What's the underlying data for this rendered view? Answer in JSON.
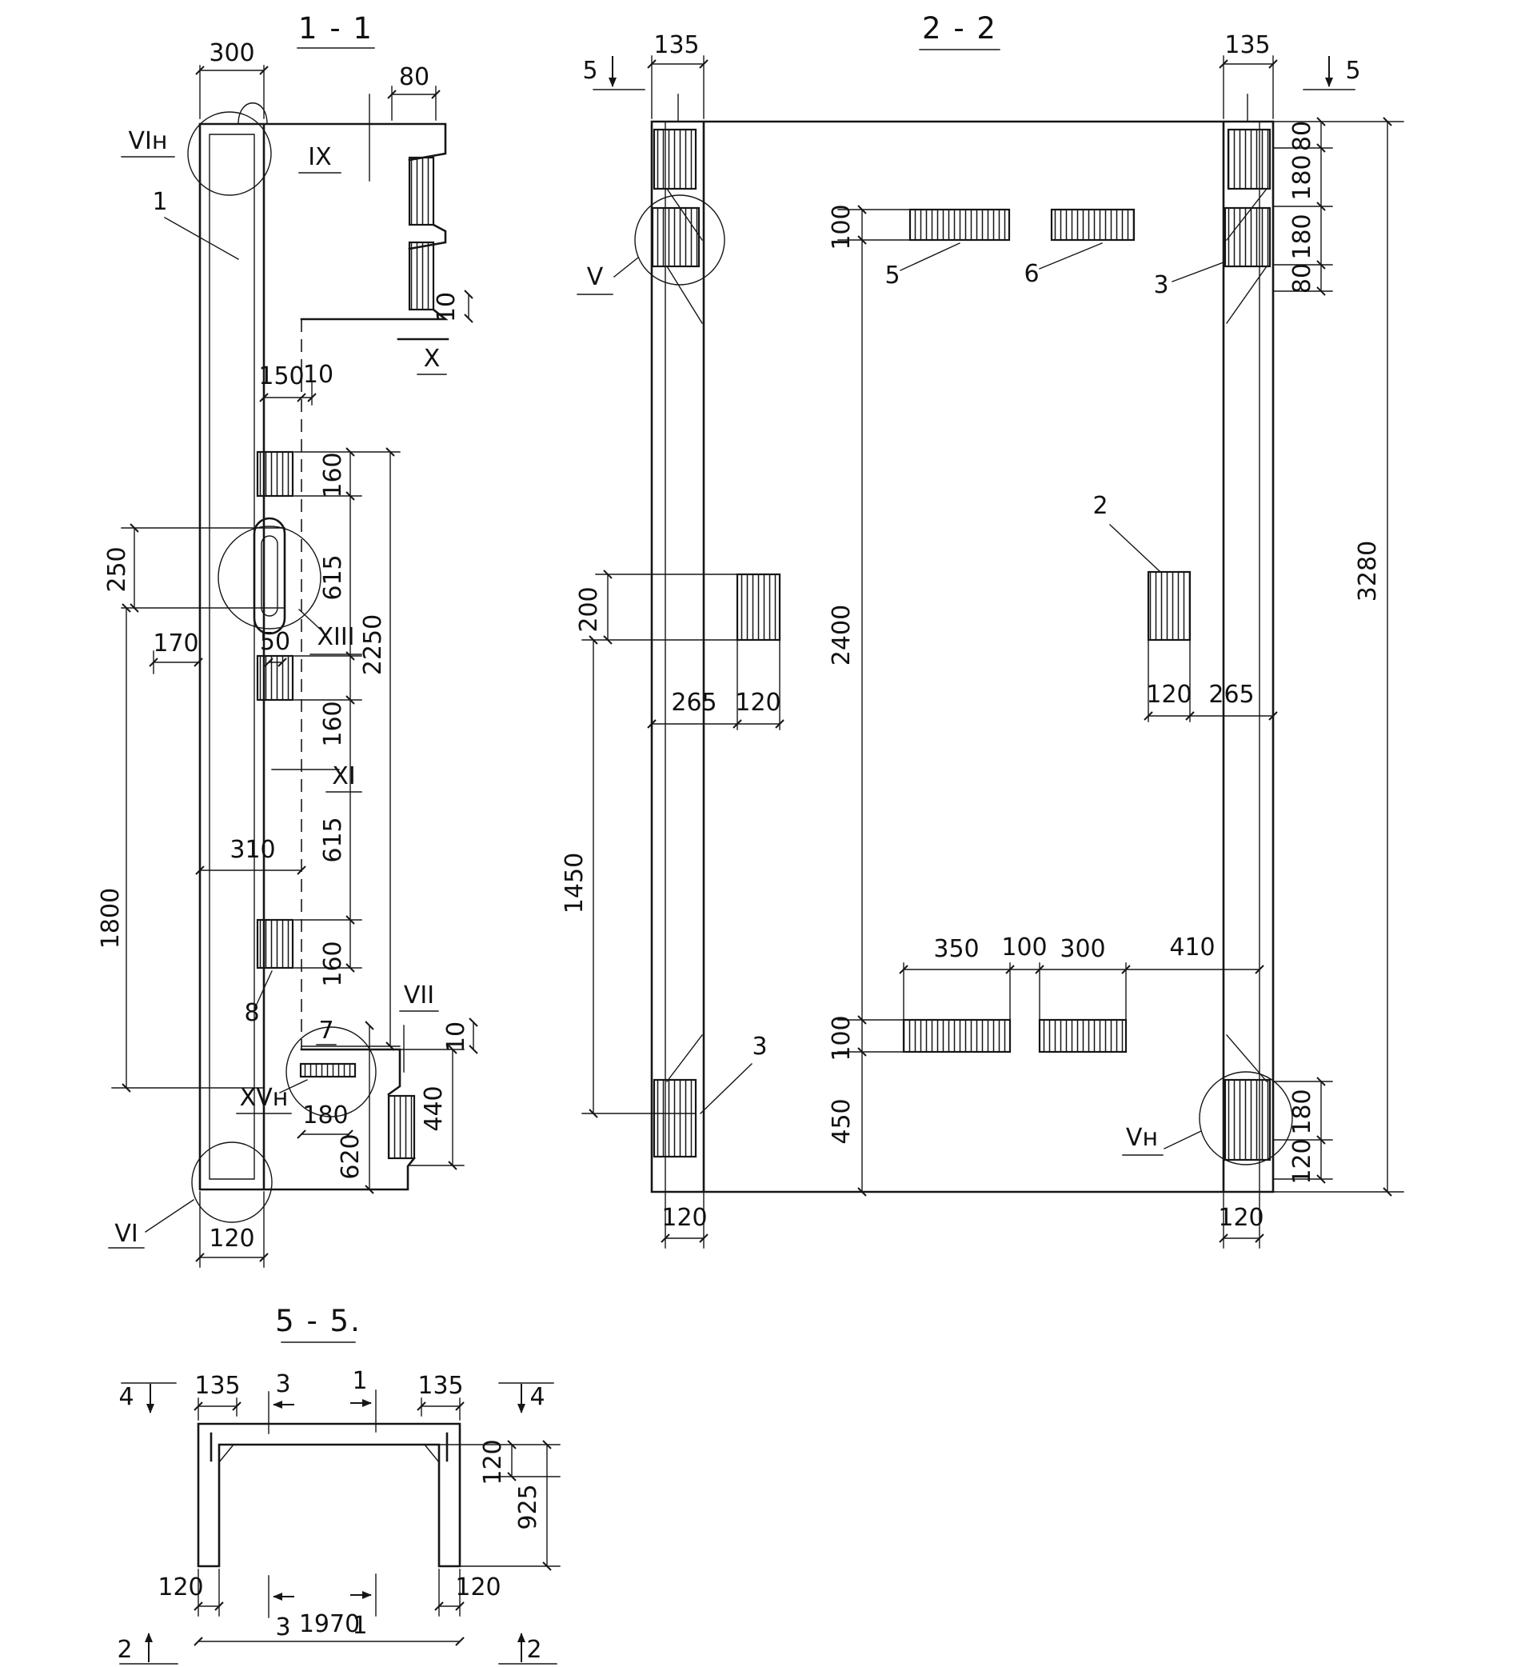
{
  "sheet": {
    "background": "#ffffff",
    "ink": "#161616"
  },
  "sections": {
    "s11": {
      "title": "1 - 1",
      "labels": {
        "vi_n": "VIн",
        "ix": "IX",
        "x": "X",
        "xiii": "XIII",
        "xi": "XI",
        "vii": "VII",
        "xv_n": "XVн",
        "vi": "VI"
      },
      "parts": {
        "p1": "1",
        "p7": "7",
        "p8": "8"
      },
      "dims": {
        "d300": "300",
        "d80": "80",
        "d10": "10",
        "d150": "150",
        "d160": "160",
        "d615": "615",
        "d2250": "2250",
        "d250": "250",
        "d170": "170",
        "d50": "50",
        "d310": "310",
        "d1800": "1800",
        "d180": "180",
        "d440": "440",
        "d620": "620",
        "d120": "120"
      }
    },
    "s22": {
      "title": "2 - 2",
      "labels": {
        "v": "V",
        "v_n": "Vн"
      },
      "parts": {
        "p2": "2",
        "p3": "3",
        "p5": "5",
        "p6": "6"
      },
      "marks": {
        "m5": "5"
      },
      "dims": {
        "d135": "135",
        "d100": "100",
        "d80": "80",
        "d180": "180",
        "d200": "200",
        "d265": "265",
        "d120": "120",
        "d350": "350",
        "d300": "300",
        "d410": "410",
        "d450": "450",
        "d1450": "1450",
        "d2400": "2400",
        "d3280": "3280"
      }
    },
    "s55": {
      "title": "5 - 5.",
      "marks": {
        "m1": "1",
        "m2": "2",
        "m3": "3",
        "m4": "4"
      },
      "dims": {
        "d135": "135",
        "d120": "120",
        "d925": "925",
        "d1970": "1970"
      }
    }
  }
}
